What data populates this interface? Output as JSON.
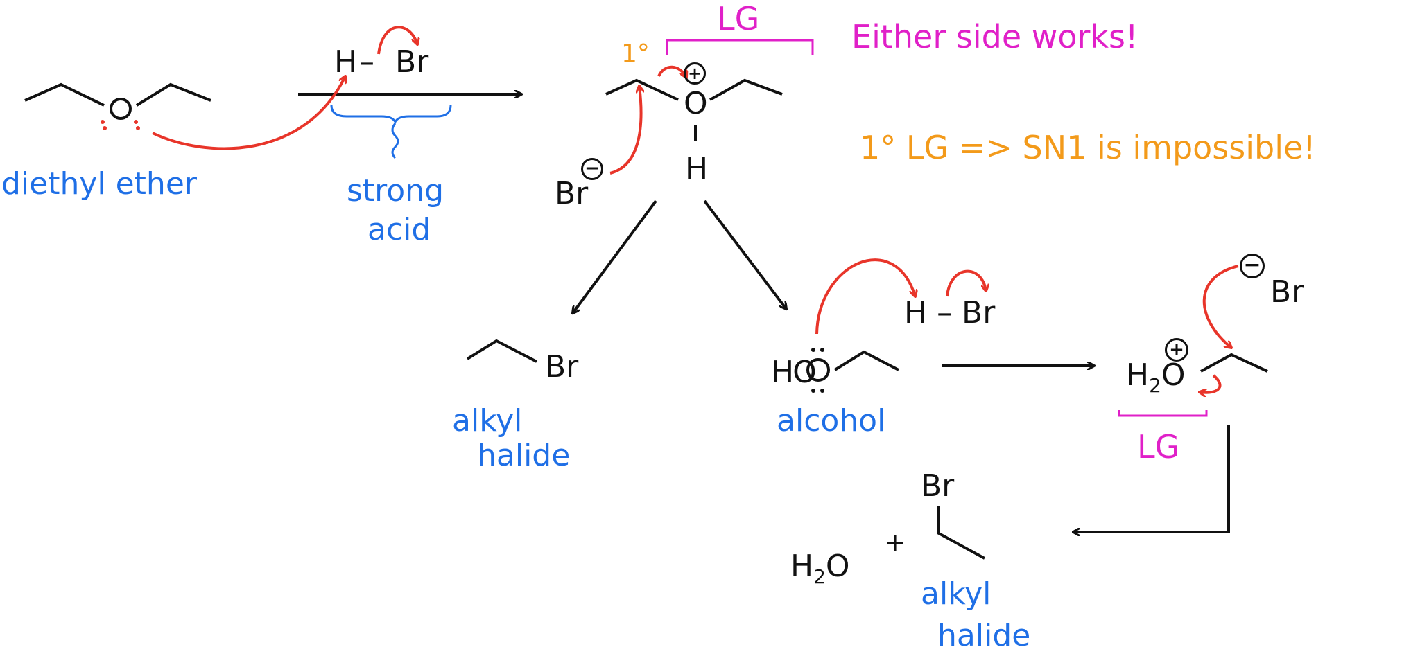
{
  "colors": {
    "ink": "#111111",
    "label_blue": "#1f6fe6",
    "arrow_red": "#e8352a",
    "note_magenta": "#e020c8",
    "note_orange": "#f39a1a"
  },
  "labels": {
    "diethyl_ether": "diethyl ether",
    "strong_acid_line1": "strong",
    "strong_acid_line2": "acid",
    "hbr_top_h": "H",
    "hbr_top_br": "Br",
    "oxonium_o": "O",
    "oxonium_h": "H",
    "bromide_1": "Br",
    "lg_top": "LG",
    "either_side": "Either side works!",
    "primary_mark": "1°",
    "sn1_note": "1° LG => SN1 is impossible!",
    "alkyl_halide_1_line1": "alkyl",
    "alkyl_halide_1_line2": "halide",
    "br_product_1": "Br",
    "ho_group": "HO",
    "alcohol": "alcohol",
    "hbr_mid": "H – Br",
    "bromide_2": "Br",
    "h2o_left": "H",
    "h2o_sub": "2",
    "h2o_right": "O",
    "lg_bottom": "LG",
    "br_product_2": "Br",
    "water_h": "H",
    "water_sub": "2",
    "water_o": "O",
    "plus": "+",
    "alkyl_halide_2_line1": "alkyl",
    "alkyl_halide_2_line2": "halide",
    "positive_charge": "+",
    "negative_charge": "−"
  }
}
